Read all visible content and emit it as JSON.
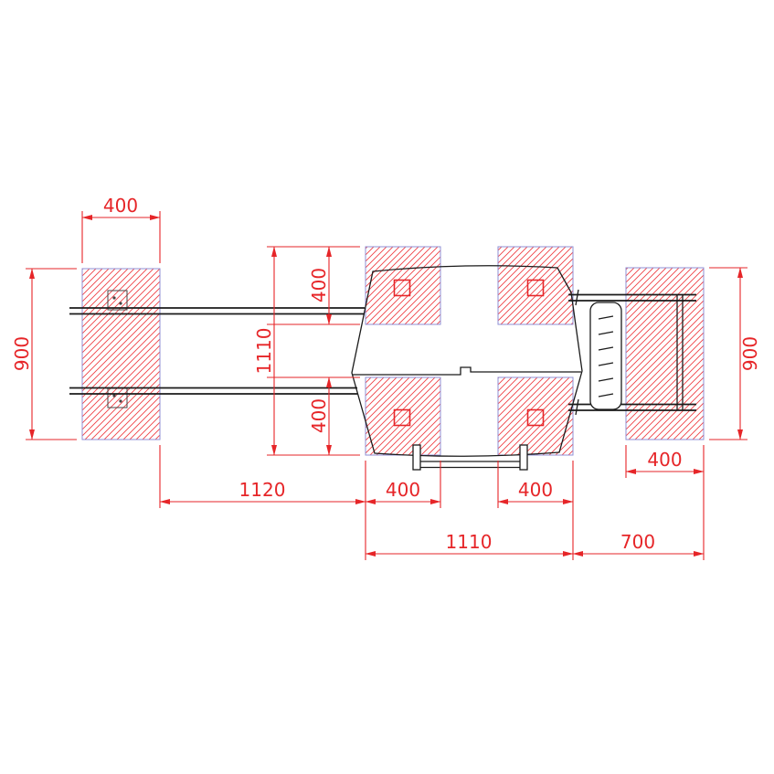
{
  "colors": {
    "dimension_red": "#e62528",
    "hatch_red": "#ef4146",
    "pad_border_blue": "#8f8fd4",
    "outline_black": "#1b1b1b",
    "background": "#ffffff"
  },
  "dimensions": {
    "left_block_width": "400",
    "left_block_height": "900",
    "top_pad_depth": "400",
    "pad_rows_extent": "1110",
    "bottom_pad_depth": "400",
    "left_block_to_pads": "1120",
    "left_pad_width": "400",
    "right_pad_width": "400",
    "pads_extent": "1110",
    "pads_to_right_block": "700",
    "right_block_height": "900",
    "right_block_width": "400"
  }
}
